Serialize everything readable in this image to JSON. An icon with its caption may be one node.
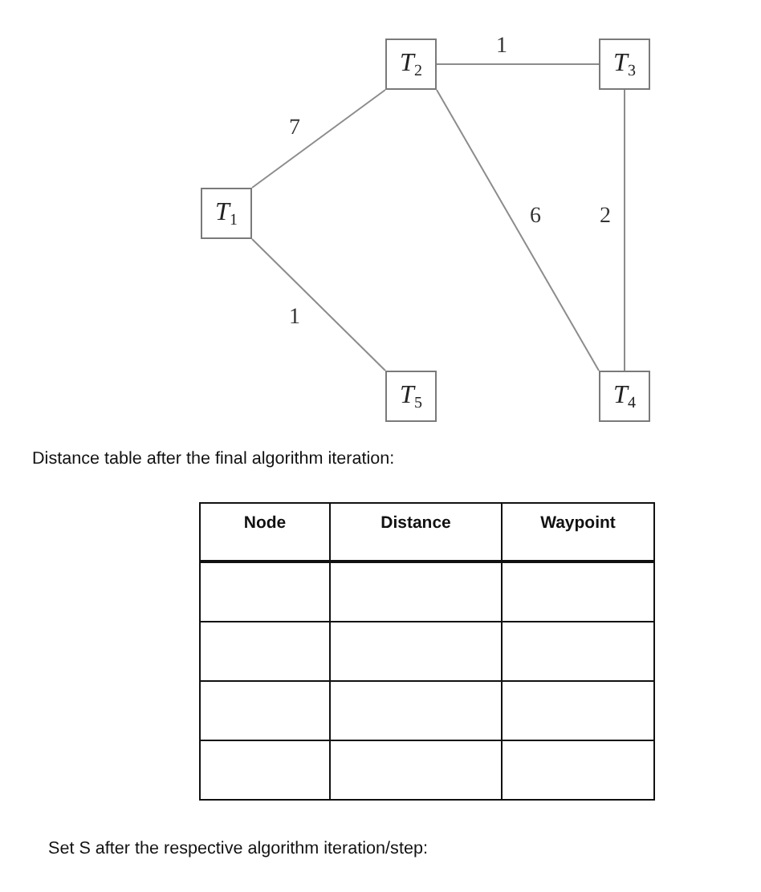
{
  "diagram": {
    "nodes": [
      {
        "text": [
          "*T*$_{2}$"
        ]
      },
      {
        "text": [
          "*T*$_{3}$"
        ]
      },
      {
        "text": [
          "*T*$_{1}$"
        ]
      },
      {
        "text": [
          "*T*$_{5}$"
        ]
      },
      {
        "text": [
          "*T*$_{4}$"
        ]
      }
    ],
    "edges": [
      {
        "from": 2,
        "to": 0,
        "arrow": "none",
        "label": "7"
      },
      {
        "from": 0,
        "to": 1,
        "arrow": "none",
        "label": "1"
      },
      {
        "from": 0,
        "to": 4,
        "arrow": "none",
        "label": "6"
      },
      {
        "from": 1,
        "to": 4,
        "arrow": "none",
        "label": "2"
      },
      {
        "from": 2,
        "to": 3,
        "arrow": "none",
        "label": "1"
      }
    ],
    "labels": [
      "Distance table after the final algorithm iteration:",
      "Node",
      "Distance",
      "Waypoint",
      "Set S after the respective algorithm iteration/step:"
    ]
  }
}
